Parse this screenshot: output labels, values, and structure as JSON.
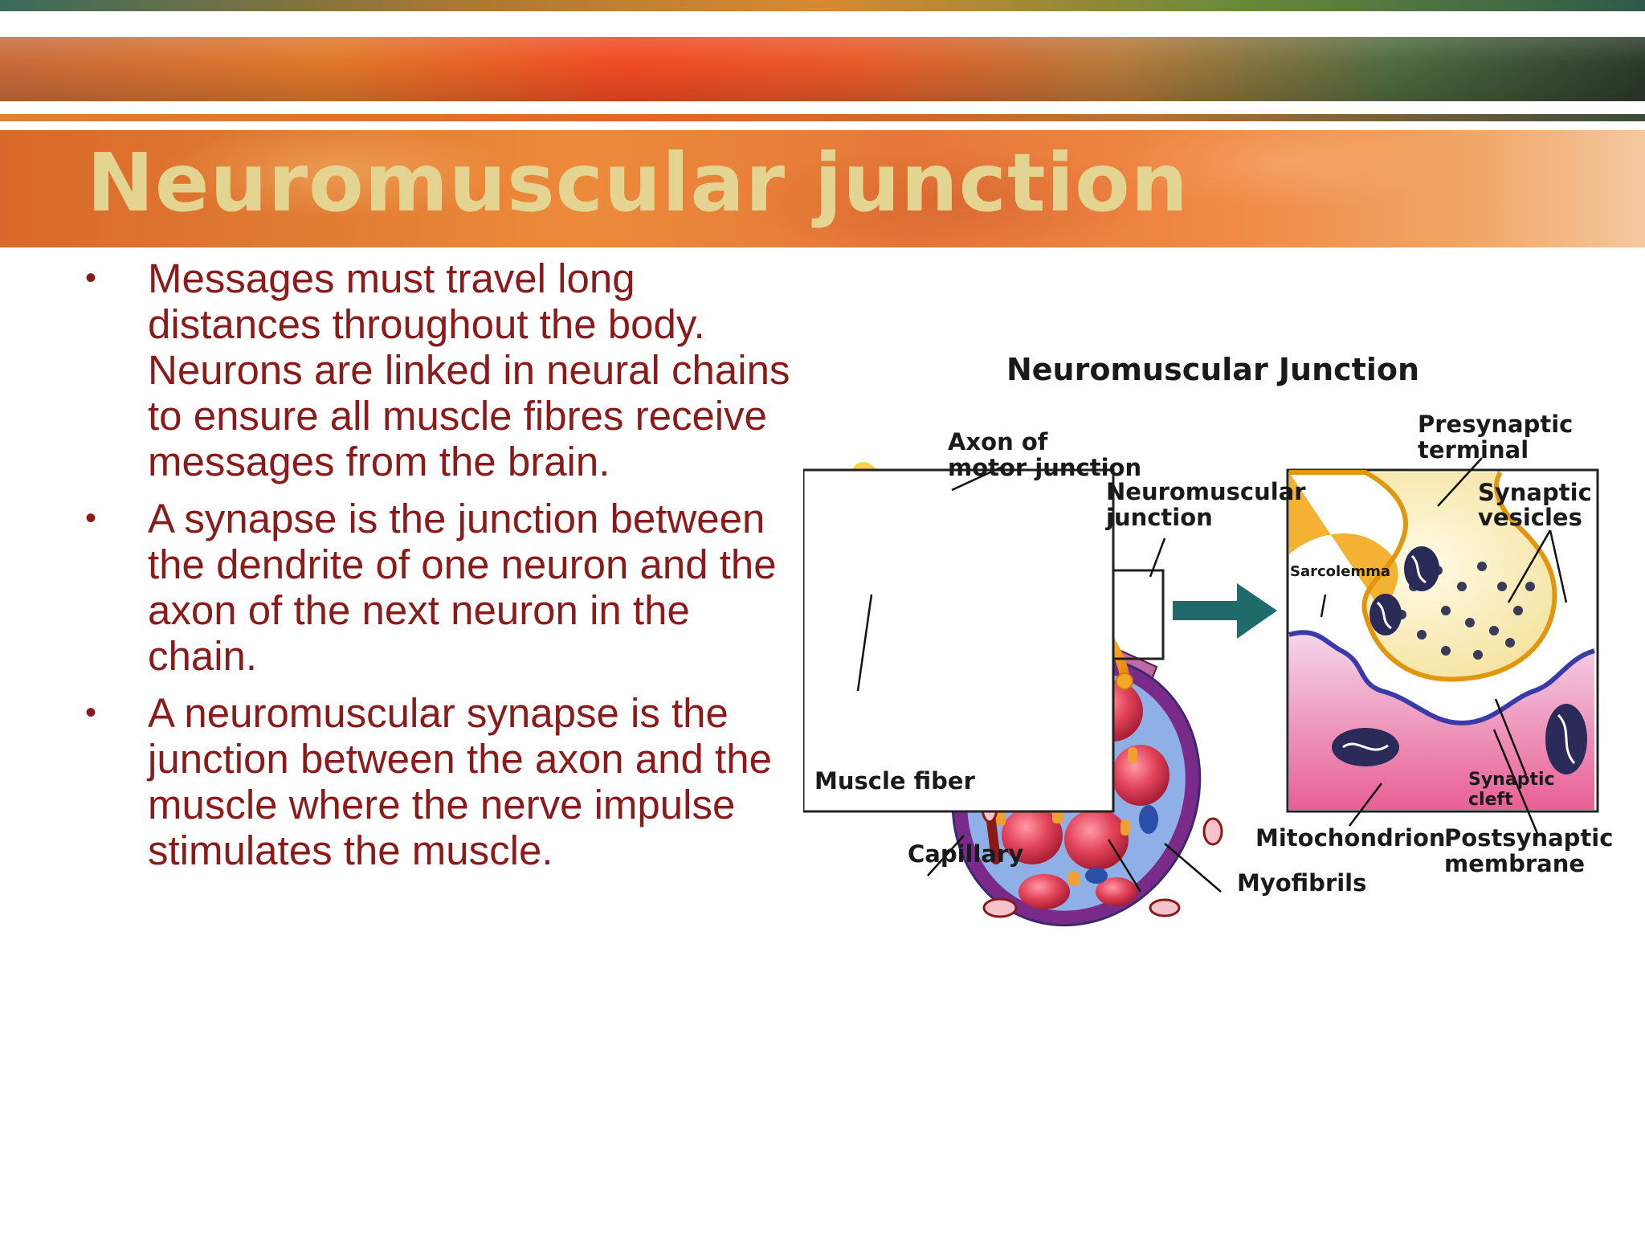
{
  "slide": {
    "title": "Neuromuscular junction",
    "bullets": [
      "Messages must travel long distances throughout the body. Neurons are linked in neural chains to ensure all muscle fibres receive messages from the brain.",
      "A synapse is the junction between the dendrite of one neuron and the axon of the next neuron in the chain.",
      "A neuromuscular synapse is the junction between the axon and the muscle where the nerve impulse stimulates the muscle."
    ],
    "bullet_symbol": "•"
  },
  "diagram": {
    "title": "Neuromuscular Junction",
    "labels": {
      "axon_1": "Axon of",
      "axon_2": "motor junction",
      "nmj_1": "Neuromuscular",
      "nmj_2": "junction",
      "presyn_1": "Presynaptic",
      "presyn_2": "terminal",
      "vesicles_1": "Synaptic",
      "vesicles_2": "vesicles",
      "sarcolemma": "Sarcolemma",
      "muscle_fiber": "Muscle fiber",
      "capillary": "Capillary",
      "mitochondrion": "Mitochondrion",
      "myofibrils": "Myofibrils",
      "postsyn_1": "Postsynaptic",
      "postsyn_2": "membrane",
      "cleft_1": "Synaptic",
      "cleft_2": "cleft"
    }
  },
  "colors": {
    "title_text": "#e3d491",
    "bullet_text": "#8b1a1a",
    "axon": "#f2a51a",
    "muscle": "#a43a7e",
    "myofibril": "#e2435a",
    "arrow": "#1f6b6b"
  }
}
